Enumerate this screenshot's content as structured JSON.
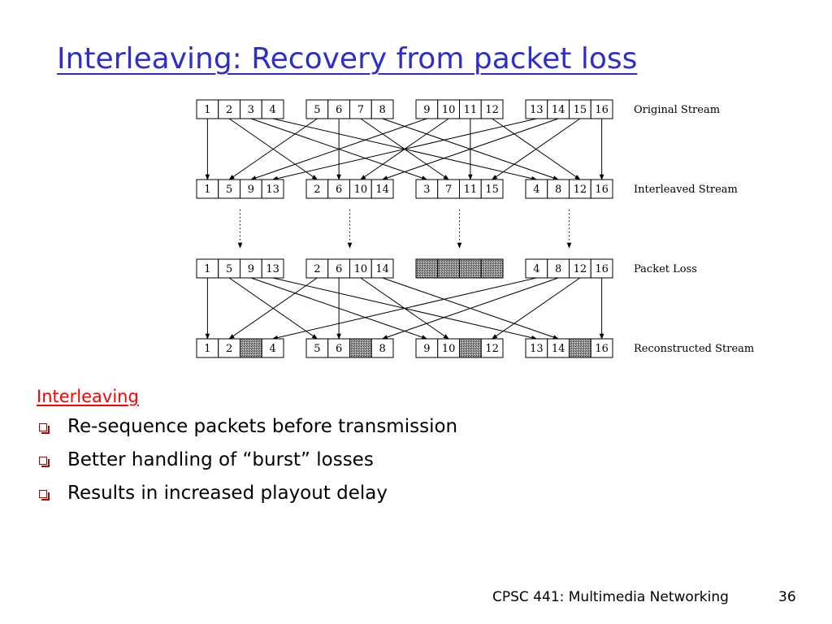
{
  "slide": {
    "title": "Interleaving: Recovery from packet loss",
    "section_heading": "Interleaving",
    "bullets": [
      "Re-sequence packets before transmission",
      "Better handling of “burst” losses",
      "Results in increased playout delay"
    ],
    "footer": "CPSC 441: Multimedia Networking",
    "page_number": "36"
  },
  "diagram": {
    "rows": [
      {
        "label": "Original Stream",
        "packets": [
          [
            "1",
            "2",
            "3",
            "4"
          ],
          [
            "5",
            "6",
            "7",
            "8"
          ],
          [
            "9",
            "10",
            "11",
            "12"
          ],
          [
            "13",
            "14",
            "15",
            "16"
          ]
        ]
      },
      {
        "label": "Interleaved Stream",
        "packets": [
          [
            "1",
            "5",
            "9",
            "13"
          ],
          [
            "2",
            "6",
            "10",
            "14"
          ],
          [
            "3",
            "7",
            "11",
            "15"
          ],
          [
            "4",
            "8",
            "12",
            "16"
          ]
        ]
      },
      {
        "label": "Packet Loss",
        "packets": [
          [
            "1",
            "5",
            "9",
            "13"
          ],
          [
            "2",
            "6",
            "10",
            "14"
          ],
          [
            "",
            "",
            "",
            ""
          ],
          [
            "4",
            "8",
            "12",
            "16"
          ]
        ],
        "lost_packet": 2
      },
      {
        "label": "Reconstructed Stream",
        "packets": [
          [
            "1",
            "2",
            "",
            "4"
          ],
          [
            "5",
            "6",
            "",
            "8"
          ],
          [
            "9",
            "10",
            "",
            "12"
          ],
          [
            "13",
            "14",
            "",
            "16"
          ]
        ],
        "lost_cell_index": 2
      }
    ]
  }
}
